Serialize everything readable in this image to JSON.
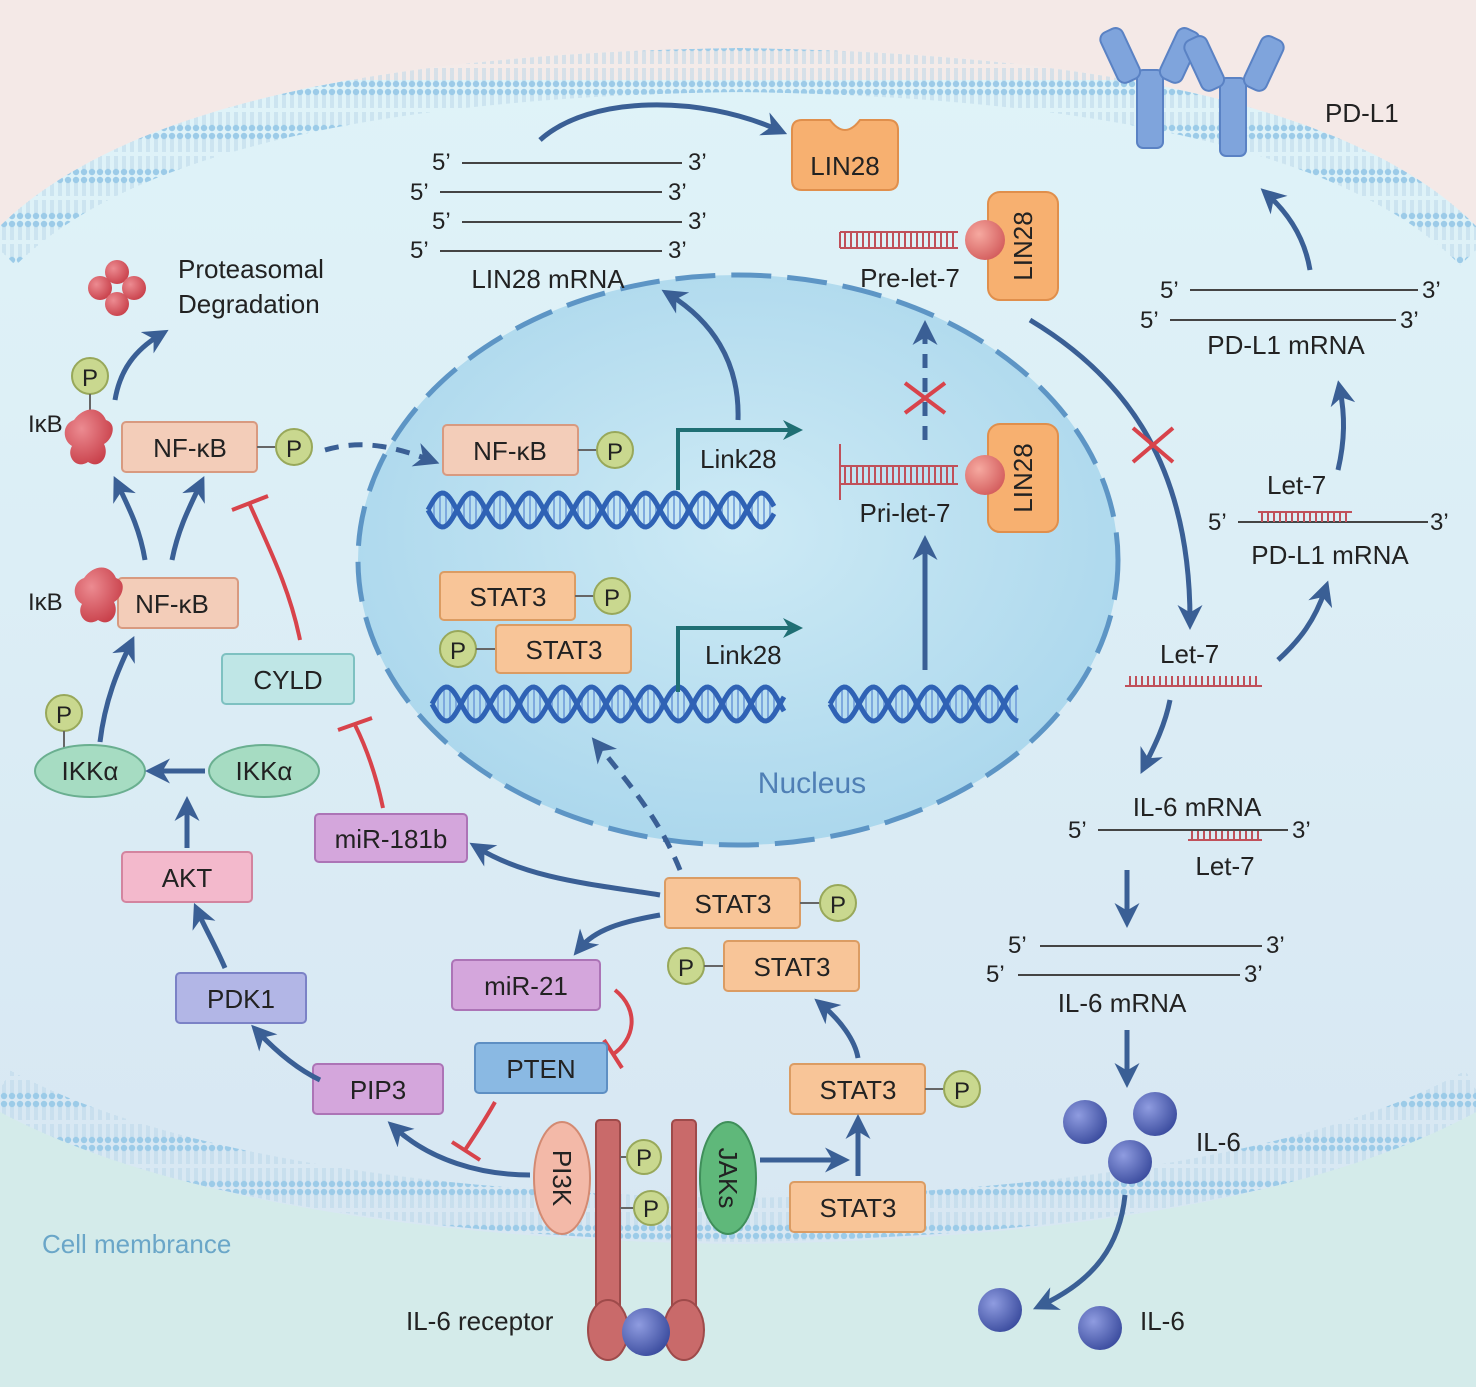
{
  "labels": {
    "pdl1": "PD-L1",
    "lin28_protein": "LIN28",
    "lin28_mrna": "LIN28 mRNA",
    "pre_let7": "Pre-let-7",
    "pri_let7": "Pri-let-7",
    "proteasomal_1": "Proteasomal",
    "proteasomal_2": "Degradation",
    "ikb": "IκB",
    "nfkb": "NF-κB",
    "p": "P",
    "cyld": "CYLD",
    "ikka": "IKKα",
    "akt": "AKT",
    "pdk1": "PDK1",
    "pip3": "PIP3",
    "pten": "PTEN",
    "mir21": "miR-21",
    "mir181b": "miR-181b",
    "stat3": "STAT3",
    "pi3k": "PI3K",
    "jaks": "JAKs",
    "il6_receptor": "IL-6 receptor",
    "il6": "IL-6",
    "il6_mrna": "IL-6 mRNA",
    "let7": "Let-7",
    "pdl1_mrna": "PD-L1 mRNA",
    "link28": "Link28",
    "nucleus": "Nucleus",
    "cell_membrane": "Cell membrance",
    "five_prime": "5’",
    "three_prime": "3’"
  },
  "colors": {
    "arrow": "#3a5f95",
    "inhibit": "#d8434b",
    "nfkb_box": "#f3cdb9",
    "stat3_box": "#f8c598",
    "p_circle": "#c9d88f",
    "cyld_box": "#bfe6e6",
    "ikka": "#a6dcc2",
    "akt_box": "#f3b9cc",
    "mir_box": "#d4a6dc",
    "pdk1_box": "#b2b6e6",
    "pten_box": "#8ab9e3",
    "lin28": "#f7b070",
    "receptor": "#c96a6a",
    "il6_ball": "#5466b8",
    "rna": "#c0505a",
    "dna": "#2f62b5",
    "nucleus_fill": "#bfe3f1"
  }
}
